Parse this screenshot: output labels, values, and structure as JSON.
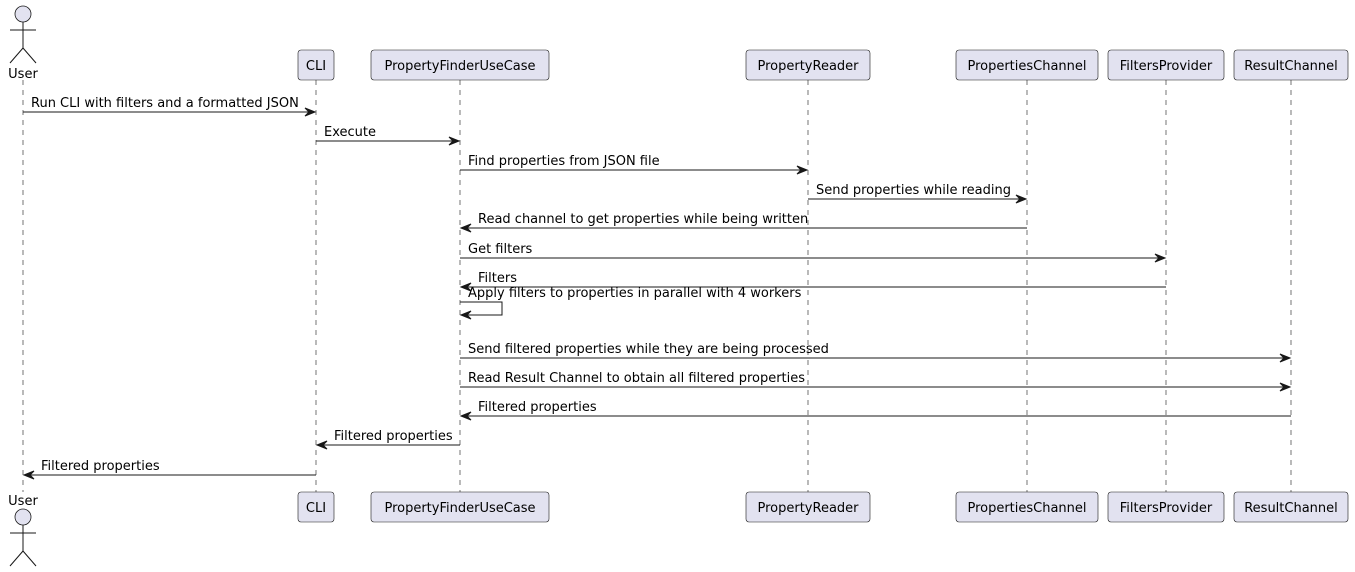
{
  "participants": [
    {
      "id": "user",
      "label": "User",
      "kind": "actor"
    },
    {
      "id": "cli",
      "label": "CLI",
      "kind": "participant"
    },
    {
      "id": "usecase",
      "label": "PropertyFinderUseCase",
      "kind": "participant"
    },
    {
      "id": "reader",
      "label": "PropertyReader",
      "kind": "participant"
    },
    {
      "id": "propchan",
      "label": "PropertiesChannel",
      "kind": "participant"
    },
    {
      "id": "filters",
      "label": "FiltersProvider",
      "kind": "participant"
    },
    {
      "id": "result",
      "label": "ResultChannel",
      "kind": "participant"
    }
  ],
  "messages": [
    {
      "from": "user",
      "to": "cli",
      "label": "Run CLI with filters and a formatted JSON"
    },
    {
      "from": "cli",
      "to": "usecase",
      "label": "Execute"
    },
    {
      "from": "usecase",
      "to": "reader",
      "label": "Find properties from JSON file"
    },
    {
      "from": "reader",
      "to": "propchan",
      "label": "Send properties while reading"
    },
    {
      "from": "propchan",
      "to": "usecase",
      "label": "Read channel to get properties while being written"
    },
    {
      "from": "usecase",
      "to": "filters",
      "label": "Get filters"
    },
    {
      "from": "filters",
      "to": "usecase",
      "label": "Filters"
    },
    {
      "from": "usecase",
      "to": "usecase",
      "label": "Apply filters to properties in parallel with 4 workers"
    },
    {
      "from": "usecase",
      "to": "result",
      "label": "Send filtered properties while they are being processed"
    },
    {
      "from": "usecase",
      "to": "result",
      "label": "Read Result Channel to obtain all filtered properties"
    },
    {
      "from": "result",
      "to": "usecase",
      "label": "Filtered properties"
    },
    {
      "from": "usecase",
      "to": "cli",
      "label": "Filtered properties"
    },
    {
      "from": "cli",
      "to": "user",
      "label": "Filtered properties"
    }
  ],
  "colors": {
    "participant_fill": "#E2E2F0",
    "line": "#181818",
    "text": "#000000"
  }
}
